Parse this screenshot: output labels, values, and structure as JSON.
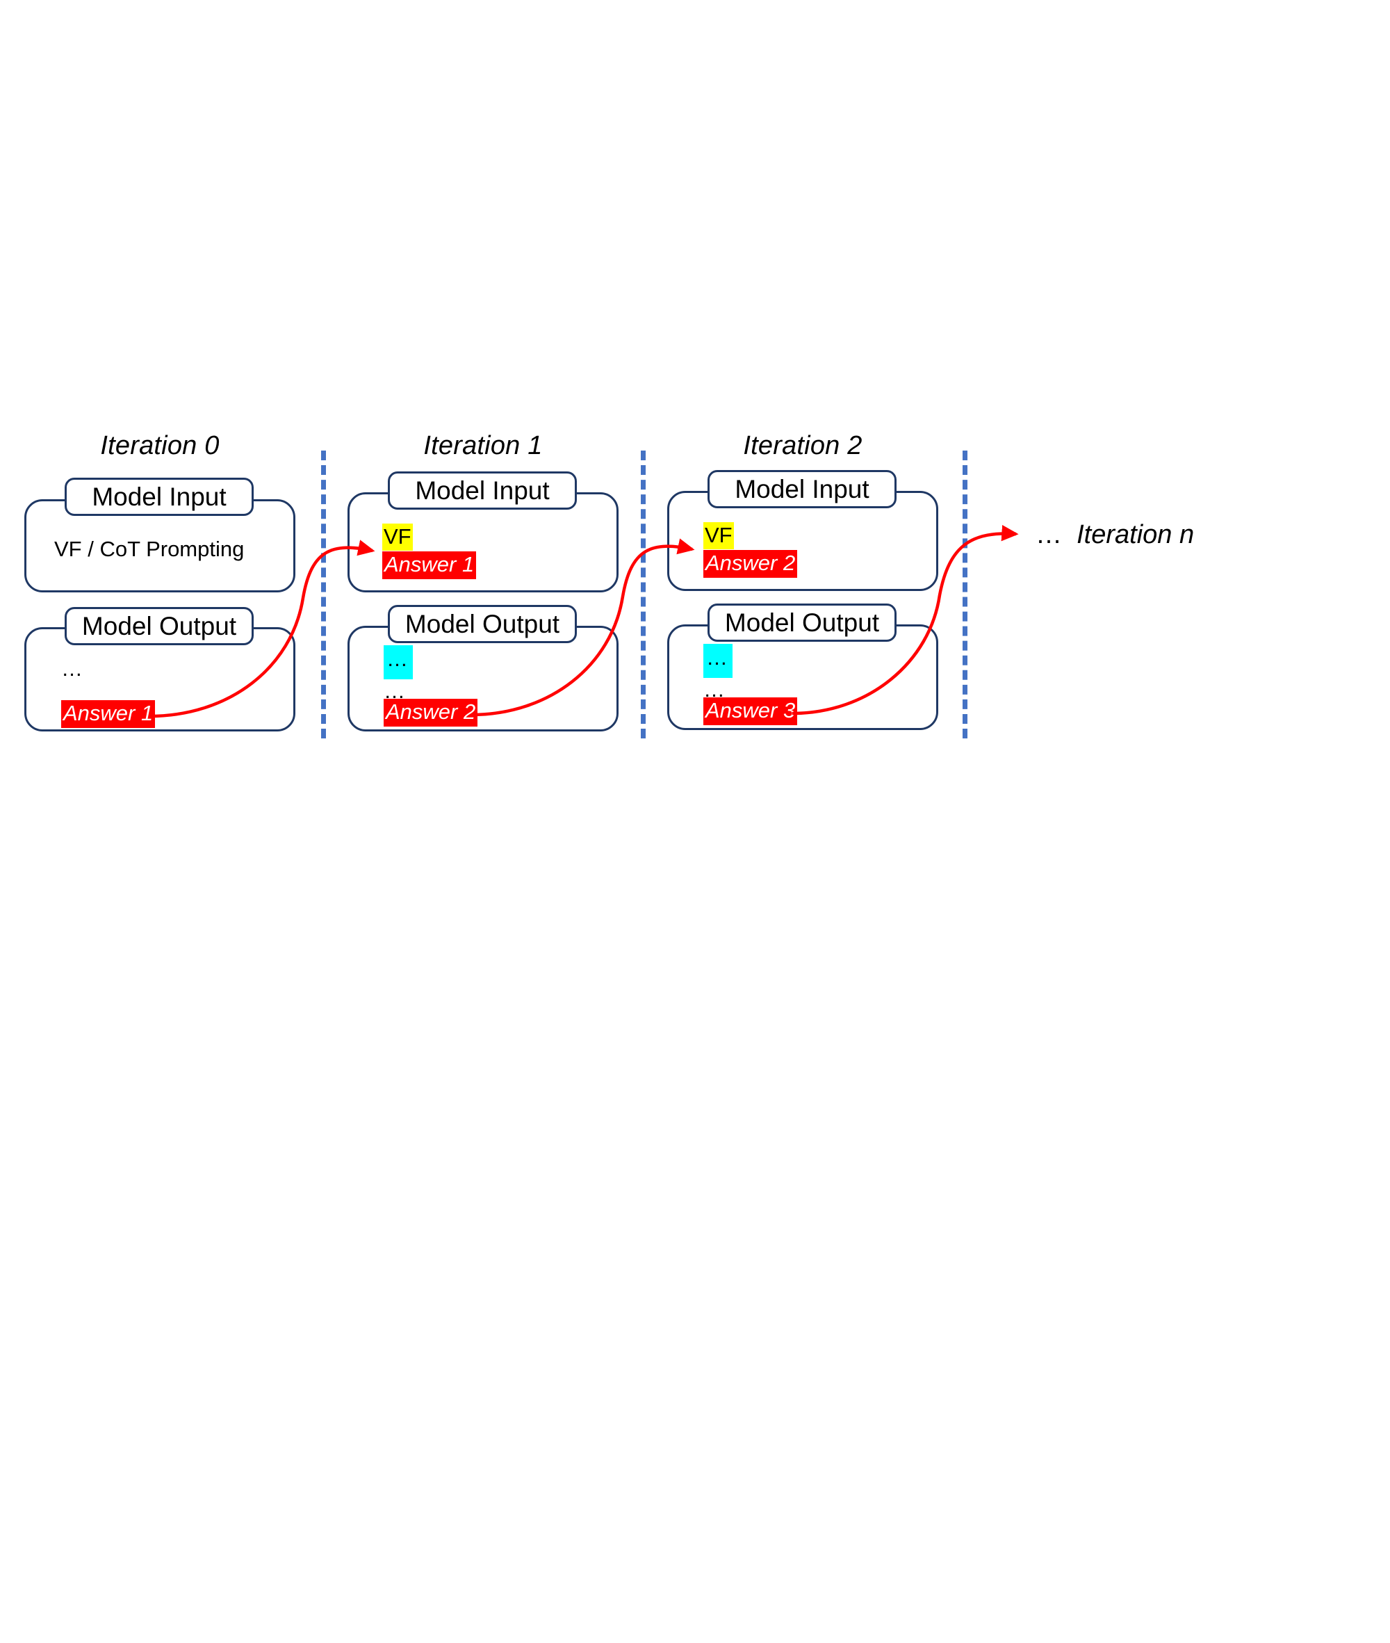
{
  "diagram": {
    "title_note": "Iterative self-refinement loop: model output answer is fed back as model input",
    "iterations": [
      {
        "title": "Iteration 0",
        "input": {
          "label": "Model Input",
          "lines": [
            {
              "text": "VF / CoT Prompting",
              "highlight": "none"
            }
          ]
        },
        "output": {
          "label": "Model Output",
          "lines": [
            {
              "text": "…",
              "highlight": "none"
            },
            {
              "text": "Answer 1",
              "highlight": "red"
            }
          ]
        }
      },
      {
        "title": "Iteration 1",
        "input": {
          "label": "Model Input",
          "lines": [
            {
              "text": "VF",
              "highlight": "yellow"
            },
            {
              "text": "Answer 1",
              "highlight": "red"
            }
          ]
        },
        "output": {
          "label": "Model Output",
          "lines": [
            {
              "text": "…",
              "highlight": "cyan"
            },
            {
              "text": "…",
              "highlight": "none"
            },
            {
              "text": "Answer 2",
              "highlight": "red"
            }
          ]
        }
      },
      {
        "title": "Iteration 2",
        "input": {
          "label": "Model Input",
          "lines": [
            {
              "text": "VF",
              "highlight": "yellow"
            },
            {
              "text": "Answer 2",
              "highlight": "red"
            }
          ]
        },
        "output": {
          "label": "Model Output",
          "lines": [
            {
              "text": "…",
              "highlight": "cyan"
            },
            {
              "text": "…",
              "highlight": "none"
            },
            {
              "text": "Answer 3",
              "highlight": "red"
            }
          ]
        }
      }
    ],
    "final_label": {
      "ellipsis": "…",
      "text": "Iteration n"
    },
    "colors": {
      "box_border": "#1F3864",
      "separator": "#4472C4",
      "arrow": "#FF0000",
      "answer_highlight": "#FF0000",
      "answer_text": "#FFFFFF",
      "vf_highlight": "#FFFF00",
      "ellipsis_highlight": "#00FFFF",
      "background": "#FFFFFF"
    }
  }
}
